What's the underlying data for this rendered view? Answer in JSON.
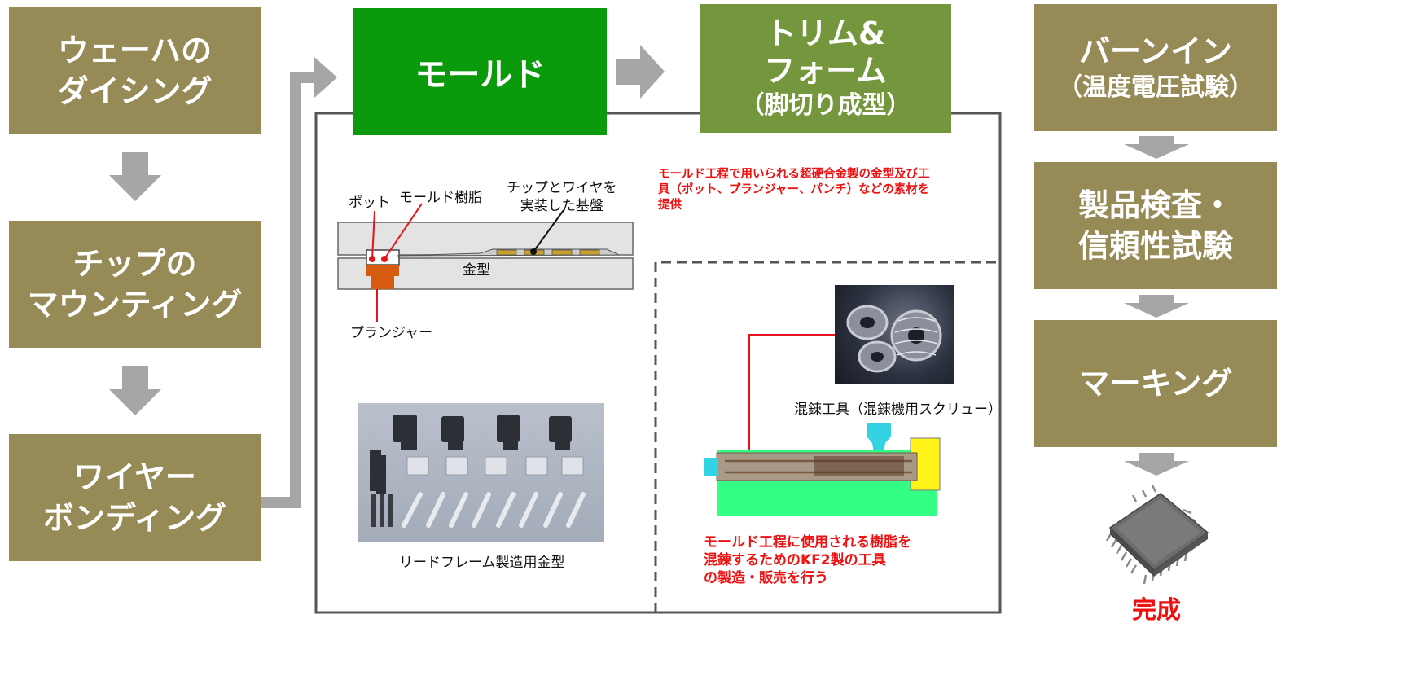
{
  "left_steps": [
    {
      "label": "ウェーハの\nダイシング"
    },
    {
      "label": "チップの\nマウンティング"
    },
    {
      "label": "ワイヤー\nボンディング"
    }
  ],
  "mold_step": {
    "label": "モールド"
  },
  "trim_step": {
    "title": "トリム&\nフォーム",
    "sub": "（脚切り成型）"
  },
  "right_steps": [
    {
      "title": "バーンイン",
      "sub": "（温度電圧試験）"
    },
    {
      "title": "製品検査・\n信頼性試験"
    },
    {
      "title": "マーキング"
    }
  ],
  "complete_label": "完成",
  "diagram": {
    "pot": "ポット",
    "mold_resin": "モールド樹脂",
    "chip_wire": "チップとワイヤを\n実装した基盤",
    "die": "金型",
    "plunger": "プランジャー"
  },
  "supply_note": "モールド工程で用いられる超硬合金製の金型及び工\n具（ポット、プランジャー、パンチ）などの素材を\n提供",
  "leadframe_caption": "リードフレーム製造用金型",
  "screw_caption": "混錬工具（混錬機用スクリュー）",
  "kf2_note": "モールド工程に使用される樹脂を\n混錬するためのKF2製の工具\nの製造・販売を行う",
  "colors": {
    "olive": "#968a56",
    "mold_green": "#0a9a0c",
    "trim_green": "#74963d",
    "arrow_gray": "#a6a6a6",
    "note_red": "#ee1111"
  }
}
